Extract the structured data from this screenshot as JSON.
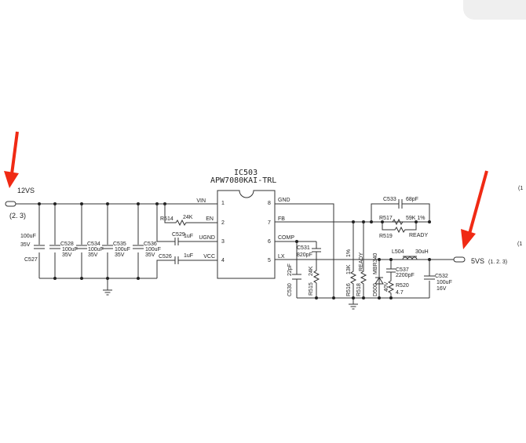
{
  "inputs": {
    "input_net": "12VS",
    "input_sheets": "(2. 3)",
    "output_net": "5VS",
    "output_sheets": "(1. 2. 3)",
    "edge_ref_1": "(1",
    "edge_ref_2": "(1"
  },
  "ic": {
    "ref": "IC503",
    "part": "APW7080KAI-TRL",
    "left_pins": [
      {
        "num": "1",
        "name": "VIN"
      },
      {
        "num": "2",
        "name": "EN"
      },
      {
        "num": "3",
        "name": "UGND"
      },
      {
        "num": "4",
        "name": "VCC"
      }
    ],
    "right_pins": [
      {
        "num": "8",
        "name": "GND"
      },
      {
        "num": "7",
        "name": "FB"
      },
      {
        "num": "6",
        "name": "COMP"
      },
      {
        "num": "5",
        "name": "LX"
      }
    ]
  },
  "input_caps": [
    {
      "ref": "C527",
      "value": "100uF",
      "voltage": "35V"
    },
    {
      "ref": "C528",
      "value": "100uF",
      "voltage": "35V"
    },
    {
      "ref": "C534",
      "value": "100uF",
      "voltage": "35V"
    },
    {
      "ref": "C535",
      "value": "100uF",
      "voltage": "35V"
    },
    {
      "ref": "C536",
      "value": "100uF",
      "voltage": "35V"
    }
  ],
  "components": {
    "r514": {
      "ref": "R514",
      "value": "24K"
    },
    "c529": {
      "ref": "C529",
      "value": "1uF"
    },
    "c526": {
      "ref": "C526",
      "value": "1uF"
    },
    "c531": {
      "ref": "C531",
      "value": "820pF"
    },
    "c530": {
      "ref": "C530",
      "value": "22pF"
    },
    "r515": {
      "ref": "R515",
      "value": "24K"
    },
    "r516": {
      "ref": "R516",
      "value": "13K",
      "tol": "1%"
    },
    "r518": {
      "ref": "R518",
      "value": "READY"
    },
    "c533": {
      "ref": "C533",
      "value": "68pF"
    },
    "r517": {
      "ref": "R517",
      "value": "59K 1%"
    },
    "r519": {
      "ref": "R519",
      "value": "READY"
    },
    "d500": {
      "ref": "D500",
      "part": "MBR340",
      "voltage": "40V"
    },
    "l504": {
      "ref": "L504",
      "value": "30uH"
    },
    "c537": {
      "ref": "C537",
      "value": "2200pF"
    },
    "r520": {
      "ref": "R520",
      "value": "4.7"
    },
    "c532": {
      "ref": "C532",
      "value": "100uF",
      "voltage": "16V"
    }
  }
}
